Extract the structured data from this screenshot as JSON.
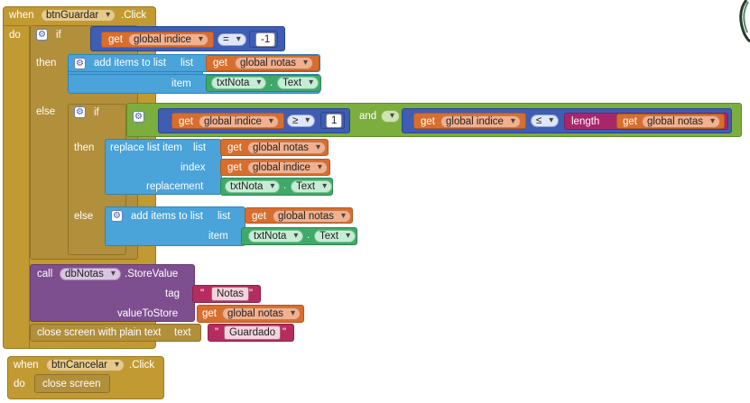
{
  "event1": {
    "when": "when",
    "component": "btnGuardar",
    "event": ".Click",
    "do": "do"
  },
  "if1": {
    "if": "if",
    "then": "then",
    "else": "else"
  },
  "cond1": {
    "get": "get",
    "var": "global indice",
    "op": "=",
    "num": "-1"
  },
  "add1": {
    "label": "add items to list",
    "list": "list",
    "get": "get",
    "var": "global notas",
    "item": "item",
    "comp": "txtNota",
    "dot": ".",
    "prop": "Text"
  },
  "if2": {
    "if": "if",
    "then": "then",
    "else": "else"
  },
  "cond2": {
    "get1": "get",
    "var1": "global indice",
    "op1": "≥",
    "num": "1",
    "and": "and",
    "get2": "get",
    "var2": "global indice",
    "op2": "≤",
    "length": "length",
    "get3": "get",
    "var3": "global notas"
  },
  "replace": {
    "label": "replace list item",
    "list": "list",
    "get1": "get",
    "var1": "global notas",
    "index": "index",
    "get2": "get",
    "var2": "global indice",
    "replacement": "replacement",
    "comp": "txtNota",
    "dot": ".",
    "prop": "Text"
  },
  "add2": {
    "label": "add items to list",
    "list": "list",
    "get": "get",
    "var": "global notas",
    "item": "item",
    "comp": "txtNota",
    "dot": ".",
    "prop": "Text"
  },
  "call": {
    "call": "call",
    "comp": "dbNotas",
    "method": ".StoreValue",
    "tag": "tag",
    "tag_value": "Notas",
    "quote_open": "\"",
    "quote_close": "\"",
    "valueToStore": "valueToStore",
    "get": "get",
    "var": "global notas"
  },
  "close1": {
    "label": "close screen with plain text",
    "text": "text",
    "value": "Guardado",
    "quote_open": "\"",
    "quote_close": "\""
  },
  "event2": {
    "when": "when",
    "component": "btnCancelar",
    "event": ".Click",
    "do": "do",
    "close": "close screen"
  },
  "colors": {
    "event": "#c29a32",
    "list": "#4aa3d9",
    "math": "#3e5db3",
    "logic": "#7cae3e",
    "variable": "#d86e2e",
    "text": "#b52c5f",
    "component": "#40a868",
    "tinydb": "#7e4f8f"
  }
}
